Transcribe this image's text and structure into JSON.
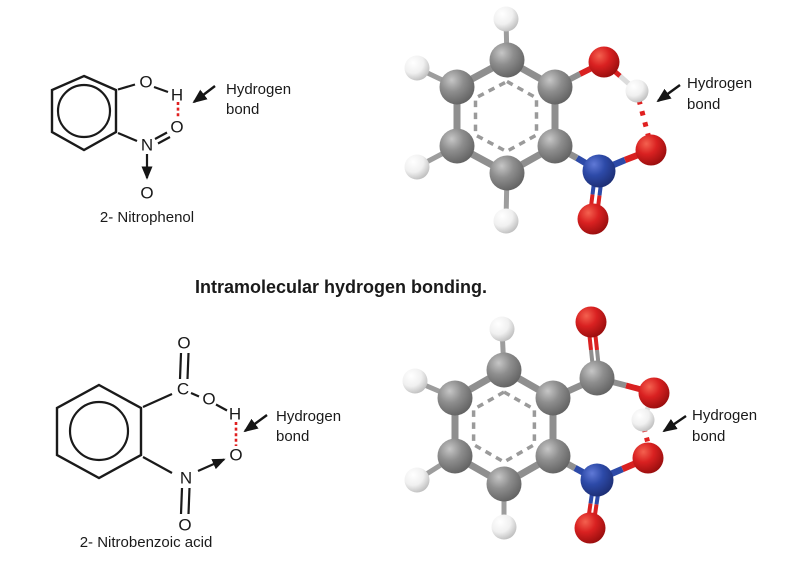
{
  "caption": "Intramolecular hydrogen bonding.",
  "hydrogen_bond_label": {
    "line1": "Hydrogen",
    "line2": "bond"
  },
  "atom_symbols": {
    "carbon": "C",
    "hydrogen": "H",
    "nitrogen": "N",
    "oxygen": "O"
  },
  "molecules": {
    "nitrophenol": {
      "name": "2- Nitrophenol"
    },
    "nitrobenzoic_acid": {
      "name": "2- Nitrobenzoic acid"
    }
  },
  "colors": {
    "carbon_sphere": "#8e8e8e",
    "hydrogen_sphere": "#f2f2f2",
    "oxygen_sphere": "#d92121",
    "nitrogen_sphere": "#2d4aa8",
    "hydrogen_bond": "#e02020",
    "ink": "#1a1a1a",
    "background": "#ffffff"
  }
}
